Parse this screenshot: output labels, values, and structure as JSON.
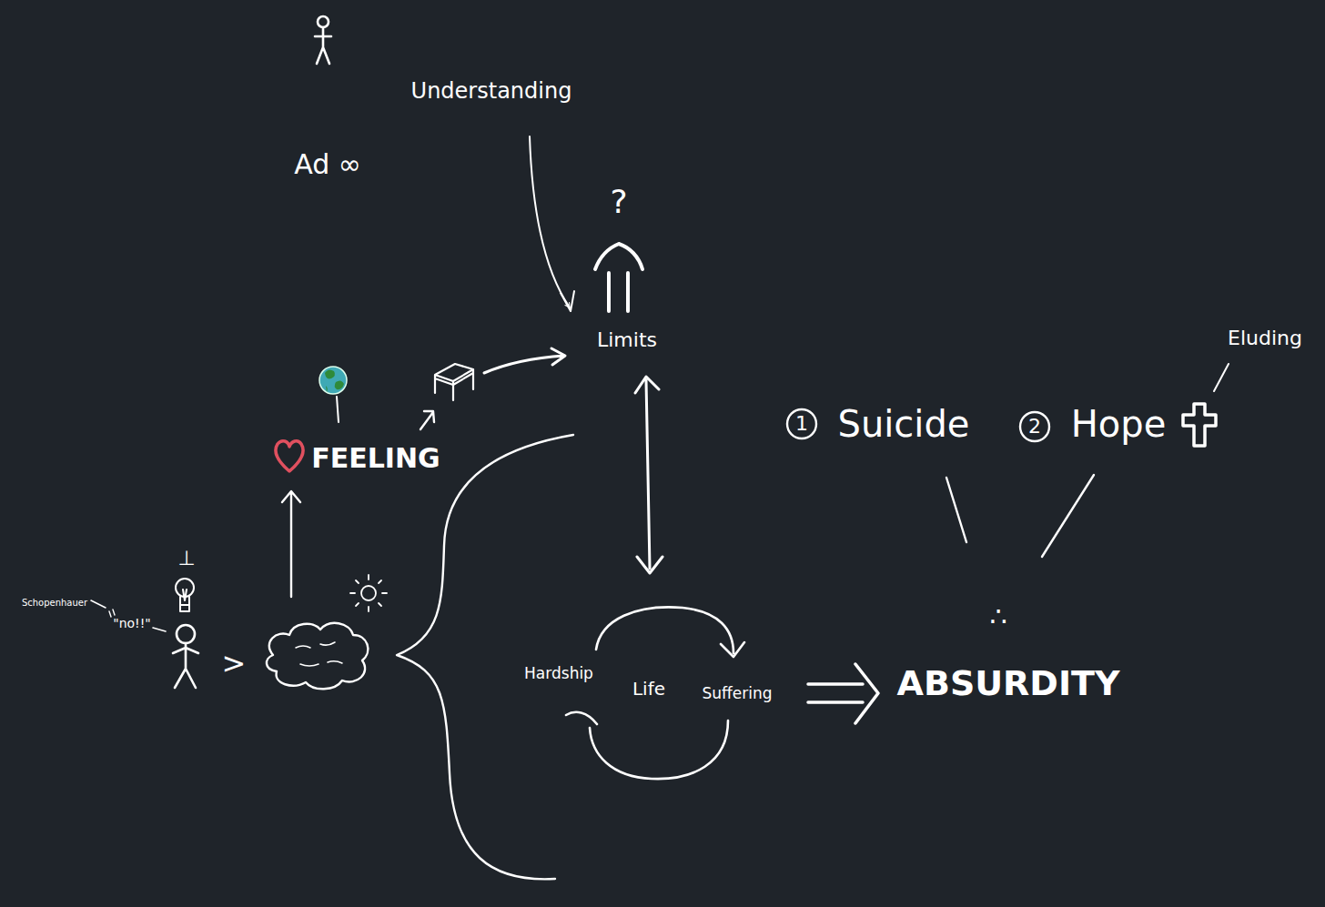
{
  "diagram": {
    "nodes": [
      {
        "text": [
          "1"
        ]
      },
      {
        "text": [
          "2"
        ]
      }
    ],
    "labels": [
      "Understanding",
      "Ad ∞",
      "?",
      "Limits",
      "FEELING",
      "⊥",
      "Schopenhauer",
      "\"no!!\"",
      ">",
      "Hardship",
      "Life",
      "Suffering",
      "ABSURDITY",
      "Suicide",
      "Hope",
      "Eluding",
      "∴"
    ]
  }
}
